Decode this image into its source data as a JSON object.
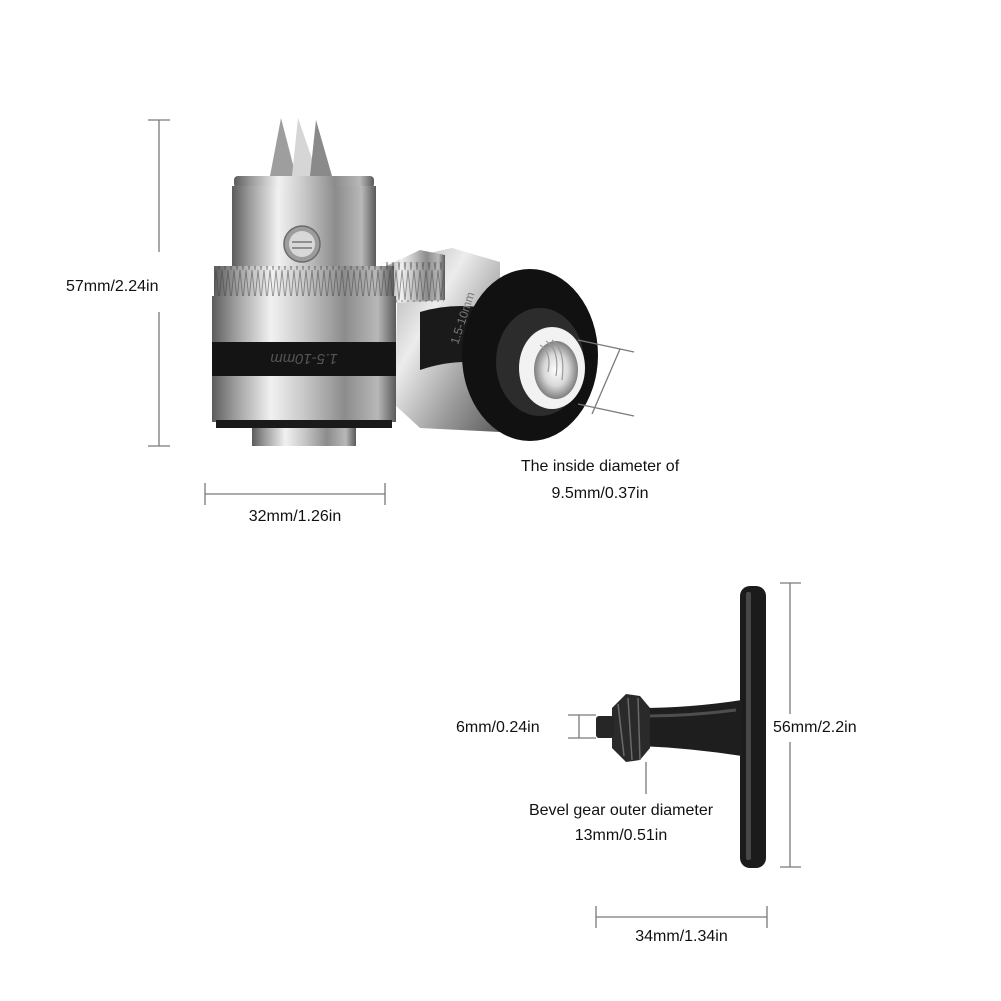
{
  "dimensions": {
    "chuck_height": "57mm/2.24in",
    "chuck_width": "32mm/1.26in",
    "inside_diameter_line1": "The inside diameter of",
    "inside_diameter_line2": "9.5mm/0.37in",
    "key_tip": "6mm/0.24in",
    "key_height": "56mm/2.2in",
    "bevel_line1": "Bevel gear outer diameter",
    "bevel_line2": "13mm/0.51in",
    "key_width": "34mm/1.34in"
  },
  "products": {
    "front_chuck_marking": "1.5-10mm",
    "rear_chuck_marking": "1.5-10mm"
  },
  "colors": {
    "dimension_line": "#7a7a7a",
    "steel_light": "#e6e6e6",
    "steel_dark": "#6e6e6e",
    "band": "#141414",
    "key": "#1b1b1b"
  }
}
